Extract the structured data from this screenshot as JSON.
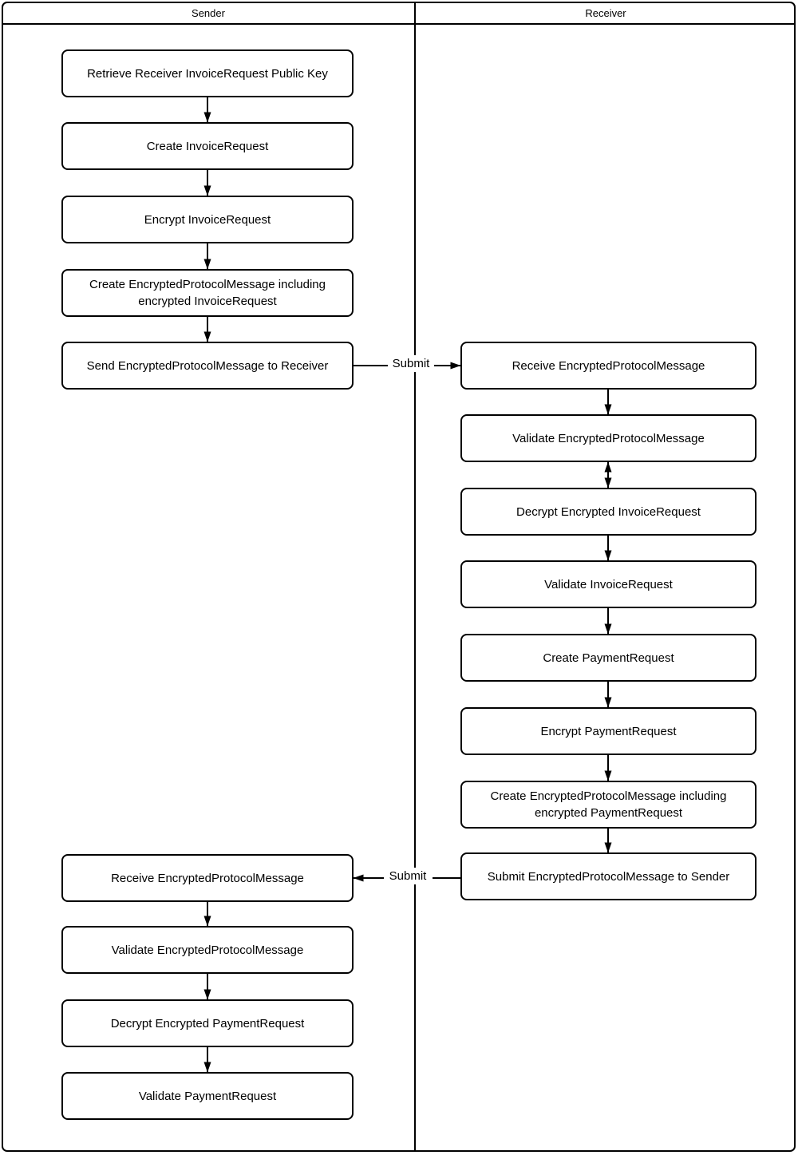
{
  "lanes": {
    "sender": {
      "title": "Sender"
    },
    "receiver": {
      "title": "Receiver"
    }
  },
  "sender_steps": [
    {
      "label": "Retrieve Receiver InvoiceRequest Public Key"
    },
    {
      "label": "Create InvoiceRequest"
    },
    {
      "label": "Encrypt InvoiceRequest"
    },
    {
      "label": "Create EncryptedProtocolMessage including encrypted InvoiceRequest"
    },
    {
      "label": "Send EncryptedProtocolMessage to Receiver"
    },
    {
      "label": "Receive EncryptedProtocolMessage"
    },
    {
      "label": "Validate EncryptedProtocolMessage"
    },
    {
      "label": "Decrypt Encrypted PaymentRequest"
    },
    {
      "label": "Validate PaymentRequest"
    }
  ],
  "receiver_steps": [
    {
      "label": "Receive EncryptedProtocolMessage"
    },
    {
      "label": "Validate EncryptedProtocolMessage"
    },
    {
      "label": "Decrypt Encrypted InvoiceRequest"
    },
    {
      "label": "Validate InvoiceRequest"
    },
    {
      "label": "Create PaymentRequest"
    },
    {
      "label": "Encrypt PaymentRequest"
    },
    {
      "label": "Create EncryptedProtocolMessage including encrypted PaymentRequest"
    },
    {
      "label": "Submit EncryptedProtocolMessage to Sender"
    }
  ],
  "connector_labels": {
    "sender_to_receiver": "Submit",
    "receiver_to_sender": "Submit"
  },
  "colors": {
    "line": "#000000",
    "shape_fill": "#ffffff",
    "text": "#000000",
    "background": "#ffffff"
  }
}
